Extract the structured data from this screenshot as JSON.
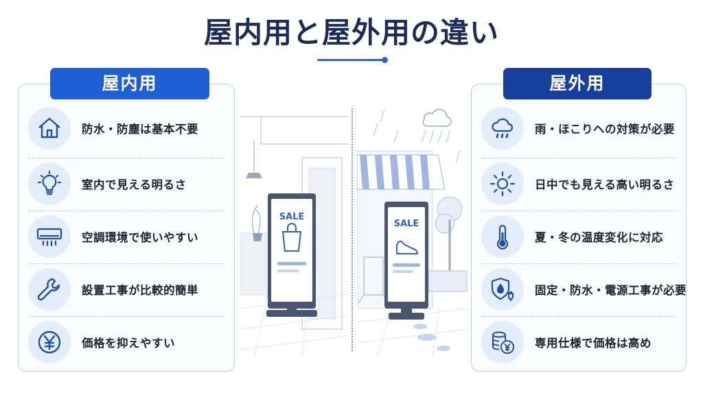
{
  "title": "屋内用と屋外用の違い",
  "indoor": {
    "heading": "屋内用",
    "items": [
      {
        "text": "防水・防塵は基本不要",
        "icon": "house-icon"
      },
      {
        "text": "室内で見える明るさ",
        "icon": "lightbulb-icon"
      },
      {
        "text": "空調環境で使いやすい",
        "icon": "air-conditioner-icon"
      },
      {
        "text": "設置工事が比較的簡単",
        "icon": "wrench-icon"
      },
      {
        "text": "価格を抑えやすい",
        "icon": "yen-coin-icon"
      }
    ],
    "sign_text": "SALE"
  },
  "outdoor": {
    "heading": "屋外用",
    "items": [
      {
        "text": "雨・ほこりへの対策が必要",
        "icon": "rain-cloud-icon"
      },
      {
        "text": "日中でも見える高い明るさ",
        "icon": "sun-icon"
      },
      {
        "text": "夏・冬の温度変化に対応",
        "icon": "thermometer-icon"
      },
      {
        "text": "固定・防水・電源工事が必要",
        "icon": "shield-plug-icon"
      },
      {
        "text": "専用仕様で価格は高め",
        "icon": "coins-yen-icon"
      }
    ],
    "sign_text": "SALE"
  },
  "colors": {
    "primary": "#1f5fd6",
    "dark": "#17409e",
    "title": "#1c2b57",
    "icon_bg": "#e4edfb"
  }
}
